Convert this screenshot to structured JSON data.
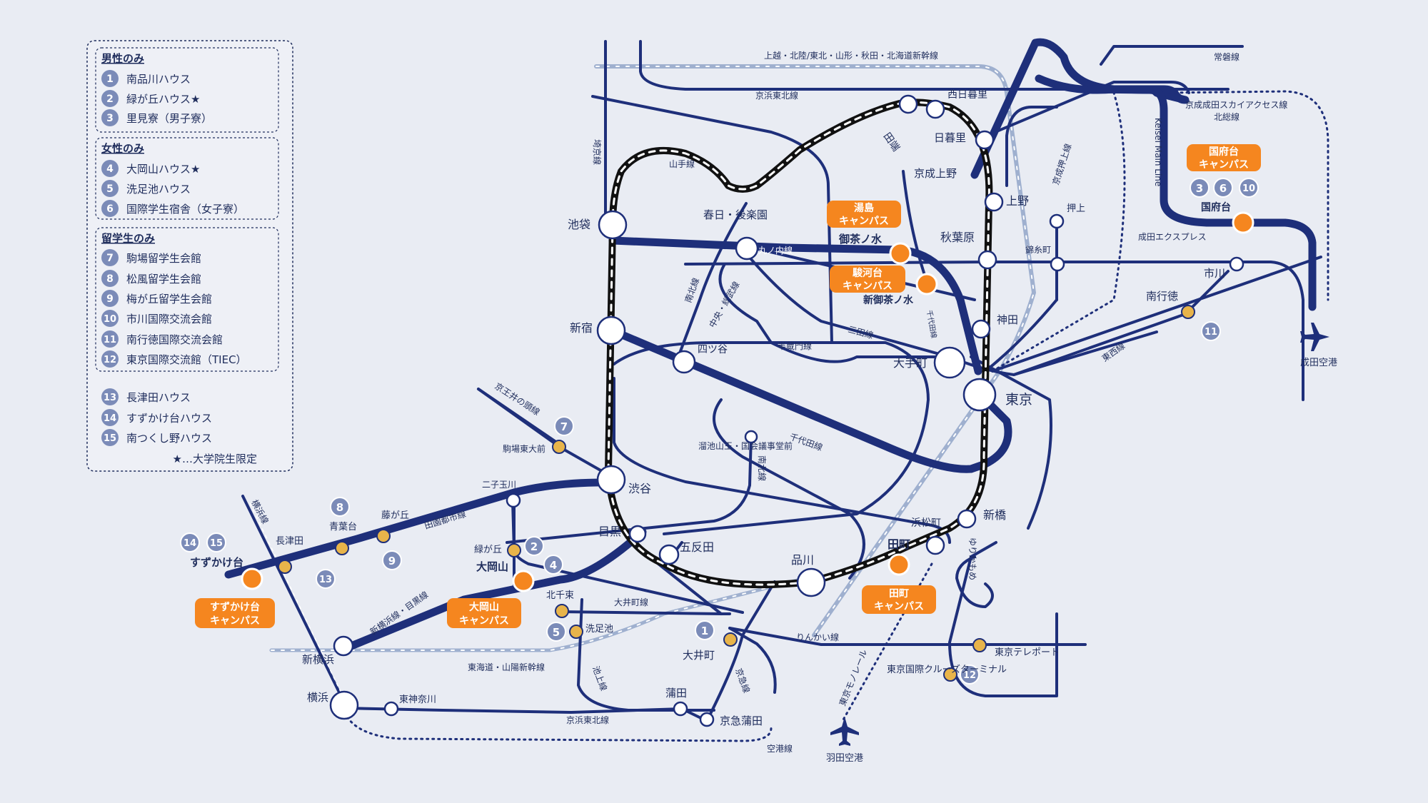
{
  "colors": {
    "background": "#e9ecf3",
    "line_dark": "#1e2f7a",
    "line_light": "#9fb0cf",
    "loop_black": "#111111",
    "campus_orange": "#f5861f",
    "dorm_gold": "#e8b44a",
    "badge_blue": "#7b8bb8"
  },
  "legend": {
    "groups": [
      {
        "title": "男性のみ",
        "items": [
          {
            "num": "1",
            "name": "南品川ハウス"
          },
          {
            "num": "2",
            "name": "緑が丘ハウス★"
          },
          {
            "num": "3",
            "name": "里見寮（男子寮）"
          }
        ]
      },
      {
        "title": "女性のみ",
        "items": [
          {
            "num": "4",
            "name": "大岡山ハウス★"
          },
          {
            "num": "5",
            "name": "洗足池ハウス"
          },
          {
            "num": "6",
            "name": "国際学生宿舎（女子寮）"
          }
        ]
      },
      {
        "title": "留学生のみ",
        "items": [
          {
            "num": "7",
            "name": "駒場留学生会館"
          },
          {
            "num": "8",
            "name": "松風留学生会館"
          },
          {
            "num": "9",
            "name": "梅が丘留学生会館"
          },
          {
            "num": "10",
            "name": "市川国際交流会館"
          },
          {
            "num": "11",
            "name": "南行徳国際交流会館"
          },
          {
            "num": "12",
            "name": "東京国際交流館（TIEC）"
          }
        ]
      }
    ],
    "others": [
      {
        "num": "13",
        "name": "長津田ハウス"
      },
      {
        "num": "14",
        "name": "すずかけ台ハウス"
      },
      {
        "num": "15",
        "name": "南つくし野ハウス"
      }
    ],
    "note": "★…大学院生限定"
  },
  "campuses": [
    {
      "line1": "湯島",
      "line2": "キャンパス"
    },
    {
      "line1": "駿河台",
      "line2": "キャンパス"
    },
    {
      "line1": "国府台",
      "line2": "キャンパス"
    },
    {
      "line1": "すずかけ台",
      "line2": "キャンパス"
    },
    {
      "line1": "大岡山",
      "line2": "キャンパス"
    },
    {
      "line1": "田町",
      "line2": "キャンパス"
    }
  ],
  "stations": {
    "ikebukuro": "池袋",
    "shinjuku": "新宿",
    "shibuya": "渋谷",
    "meguro": "目黒",
    "gotanda": "五反田",
    "shinagawa": "品川",
    "tamachi": "田町",
    "hamamatsucho": "浜松町",
    "shinbashi": "新橋",
    "tokyo": "東京",
    "otemachi": "大手町",
    "kanda": "神田",
    "akihabara": "秋葉原",
    "ueno": "上野",
    "keisei_ueno": "京成上野",
    "nippori": "日暮里",
    "nishi_nippori": "西日暮里",
    "tabata": "田端",
    "kasuga": "春日・後楽園",
    "ochanomizu": "御茶ノ水",
    "shin_ochanomizu": "新御茶ノ水",
    "yotsuya": "四ツ谷",
    "tameike": "溜池山王・国会議事堂前",
    "oshiage": "押上",
    "kinshicho": "錦糸町",
    "ichikawa": "市川",
    "minami_gyotoku": "南行徳",
    "konodai": "国府台",
    "narita_airport": "成田空港",
    "komaba": "駒場東大前",
    "futako": "二子玉川",
    "midorigaoka": "緑が丘",
    "ookayama": "大岡山",
    "kitasenzoku": "北千束",
    "senzokuike": "洗足池",
    "oimachi": "大井町",
    "kamata": "蒲田",
    "keikyu_kamata": "京急蒲田",
    "haneda": "羽田空港",
    "tokyo_teleport": "東京テレポート",
    "cruise": "東京国際クルーズターミナル",
    "shin_yokohama": "新横浜",
    "yokohama": "横浜",
    "higashi_kanagawa": "東神奈川",
    "nagatsuta": "長津田",
    "suzukakedai": "すずかけ台",
    "aobadai": "青葉台",
    "fujigaoka": "藤が丘"
  },
  "lines": {
    "jouetsu": "上越・北陸/東北・山形・秋田・北海道新幹線",
    "joban": "常磐線",
    "keihin_north": "京浜東北線",
    "saikyo": "埼京線",
    "yamanote": "山手線",
    "marunouchi": "丸ノ内線",
    "nanboku": "南北線",
    "chuo_sobu": "中央・総武線",
    "mita": "三田線",
    "chiyoda_line": "千代田線",
    "hanzomon": "半蔵門線",
    "chiyoda": "千代田線",
    "tozai": "東西線",
    "keisei_skyaccess": "京成成田スカイアクセス線",
    "hokuso": "北総線",
    "keisei_main": "Keisei Main Line",
    "narita_express": "成田エクスプレス",
    "keisei_oshiage": "京成押上線",
    "inokashira": "京王井の頭線",
    "denentoshi": "田園都市線",
    "yokohama_line": "横浜線",
    "shin_yokohama_meguro": "新横浜線・目黒線",
    "oimachi_line": "大井町線",
    "ikegami": "池上線",
    "tokaido_shinkansen": "東海道・山陽新幹線",
    "keihin_south": "京浜東北線",
    "keikyu": "京急線",
    "monorail": "東京モノレール",
    "rinkai": "りんかい線",
    "yurikamome": "ゆりかもめ",
    "airport_line": "空港線",
    "namboku2": "南北線"
  },
  "badge_numbers": {
    "b7": "7",
    "b8": "8",
    "b9": "9",
    "b14": "14",
    "b15": "15",
    "b13": "13",
    "b2": "2",
    "b4": "4",
    "b5": "5",
    "b1": "1",
    "b12": "12",
    "b11": "11",
    "b3": "3",
    "b6": "6",
    "b10": "10"
  }
}
